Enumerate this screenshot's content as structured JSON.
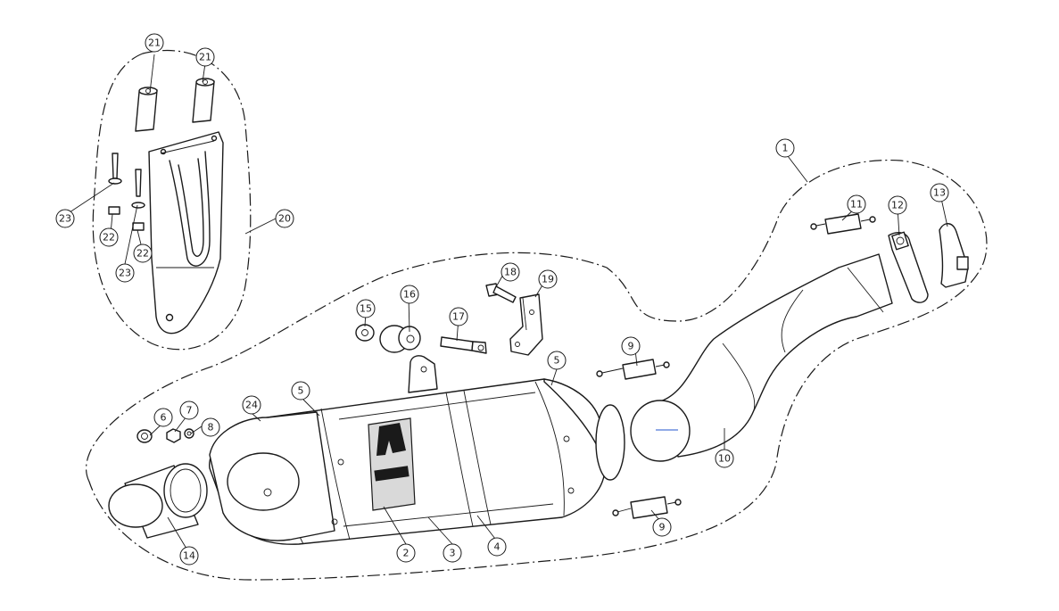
{
  "diagram": {
    "callouts": [
      {
        "id": "c1",
        "label": "1"
      },
      {
        "id": "c2",
        "label": "2"
      },
      {
        "id": "c3",
        "label": "3"
      },
      {
        "id": "c4",
        "label": "4"
      },
      {
        "id": "c5a",
        "label": "5"
      },
      {
        "id": "c5b",
        "label": "5"
      },
      {
        "id": "c6",
        "label": "6"
      },
      {
        "id": "c7",
        "label": "7"
      },
      {
        "id": "c8",
        "label": "8"
      },
      {
        "id": "c9a",
        "label": "9"
      },
      {
        "id": "c9b",
        "label": "9"
      },
      {
        "id": "c10",
        "label": "10"
      },
      {
        "id": "c11",
        "label": "11"
      },
      {
        "id": "c12",
        "label": "12"
      },
      {
        "id": "c13",
        "label": "13"
      },
      {
        "id": "c14",
        "label": "14"
      },
      {
        "id": "c15",
        "label": "15"
      },
      {
        "id": "c16",
        "label": "16"
      },
      {
        "id": "c17",
        "label": "17"
      },
      {
        "id": "c18",
        "label": "18"
      },
      {
        "id": "c19",
        "label": "19"
      },
      {
        "id": "c20",
        "label": "20"
      },
      {
        "id": "c21a",
        "label": "21"
      },
      {
        "id": "c21b",
        "label": "21"
      },
      {
        "id": "c22a",
        "label": "22"
      },
      {
        "id": "c22b",
        "label": "22"
      },
      {
        "id": "c23a",
        "label": "23"
      },
      {
        "id": "c23b",
        "label": "23"
      },
      {
        "id": "c24",
        "label": "24"
      }
    ],
    "colors": {
      "line": "#1a1a1a",
      "logo_plate": "#d9d9d9",
      "accent_line": "#2255cc"
    }
  }
}
